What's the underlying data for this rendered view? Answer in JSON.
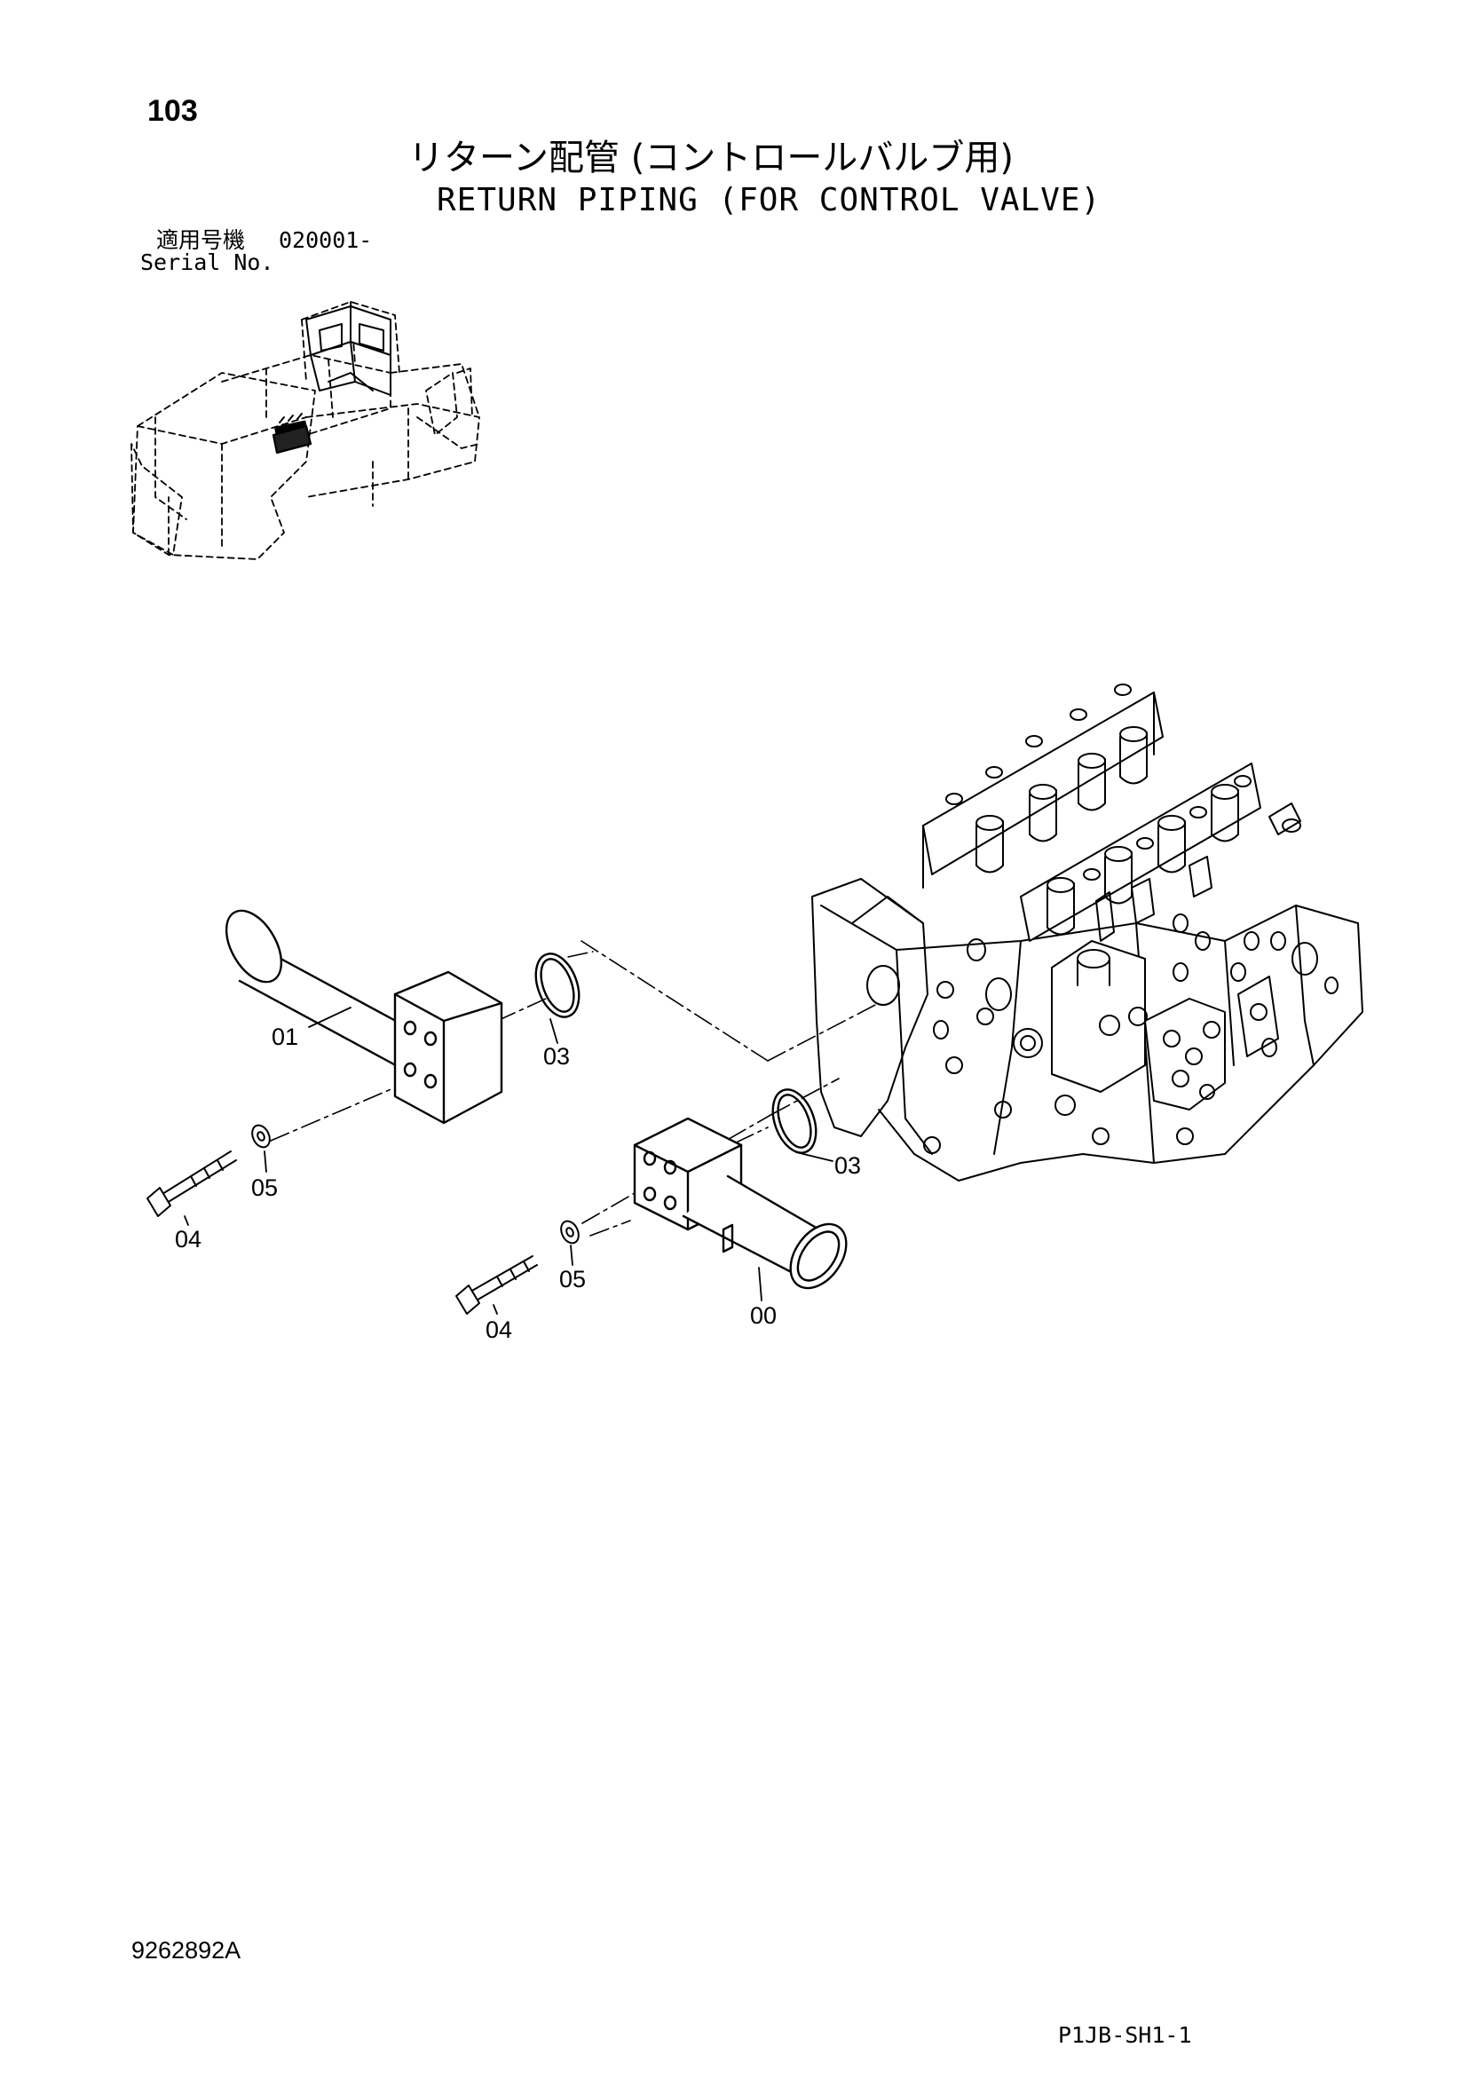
{
  "header": {
    "page_number": "103",
    "title_jp": "リターン配管 (コントロールバルブ用)",
    "title_en": "RETURN PIPING (FOR CONTROL VALVE)",
    "serial_label_jp": "適用号機",
    "serial_number": "020001-",
    "serial_label_en": "Serial No."
  },
  "callouts": {
    "c01": "01",
    "c03a": "03",
    "c03b": "03",
    "c05a": "05",
    "c04a": "04",
    "c05b": "05",
    "c04b": "04",
    "c00": "00"
  },
  "footer": {
    "doc_number": "9262892A",
    "sheet_ref": "P1JB-SH1-1"
  }
}
